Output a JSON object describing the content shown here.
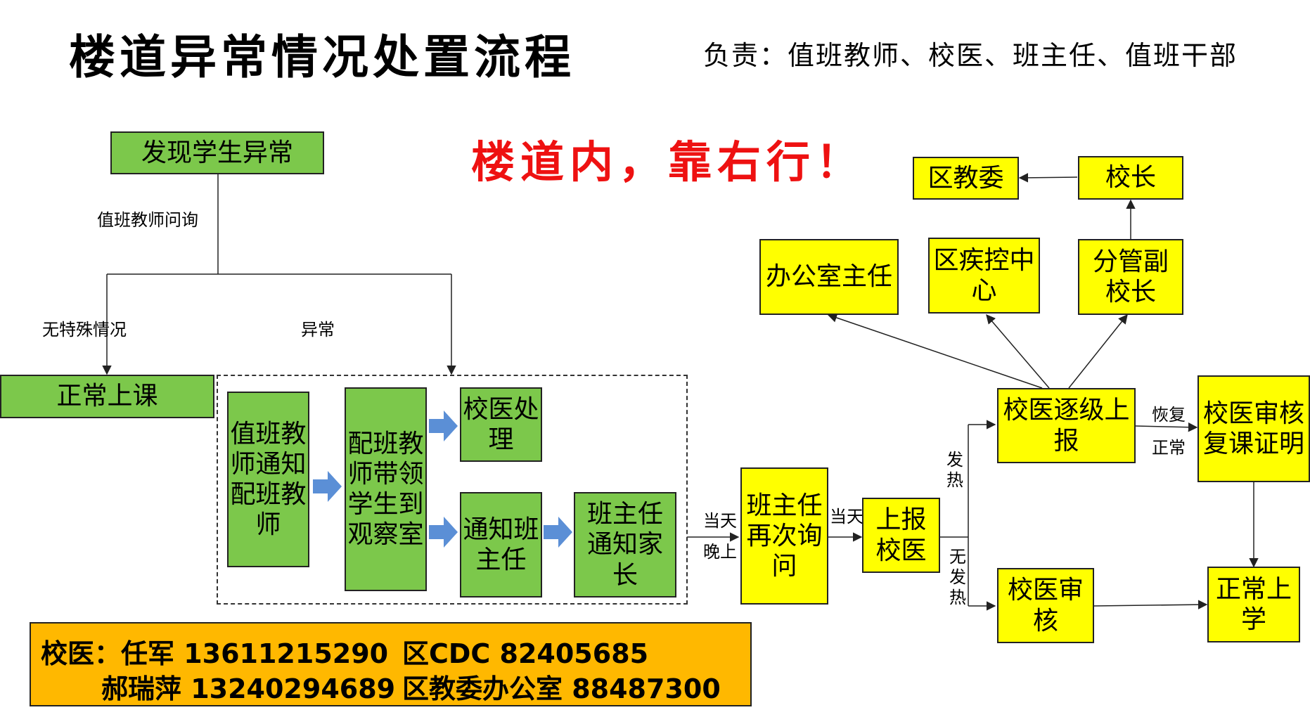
{
  "title": "楼道异常情况处置流程",
  "responsible": "负责：值班教师、校医、班主任、值班干部",
  "slogan": "楼道内，靠右行！",
  "nodes": {
    "discover": "发现学生异常",
    "normal_class": "正常上课",
    "notify_co_teacher": "值班教师通知配班教师",
    "lead_to_room": "配班教师带领学生到观察室",
    "doctor_handle": "校医处理",
    "notify_head": "通知班主任",
    "head_notify_parent": "班主任通知家长",
    "head_ask_again": "班主任再次询问",
    "report_doctor": "上报校医",
    "doctor_report_up": "校医逐级上报",
    "doctor_review": "校医审核",
    "review_cert": "校医审核复课证明",
    "normal_school": "正常上学",
    "office_director": "办公室主任",
    "district_cdc": "区疾控中心",
    "vice_principal": "分管副校长",
    "principal": "校长",
    "district_edu": "区教委"
  },
  "labels": {
    "teacher_ask": "值班教师问询",
    "no_special": "无特殊情况",
    "abnormal": "异常",
    "same_day_evening_1": "当天",
    "same_day_evening_2": "晚上",
    "same_day": "当天",
    "fever": "发热",
    "no_fever": "无发热",
    "recovered_1": "恢复",
    "recovered_2": "正常"
  },
  "contact": {
    "line1_a": "校医：任军 13611215290",
    "line1_b": "区CDC  82405685",
    "line2_a": "郝瑞萍 13240294689",
    "line2_b": "区教委办公室 88487300"
  },
  "colors": {
    "green": "#7cc84b",
    "yellow": "#ffff00",
    "orange": "#ffb800",
    "red": "#ee1111",
    "blue_arrow": "#5b8fd6"
  }
}
